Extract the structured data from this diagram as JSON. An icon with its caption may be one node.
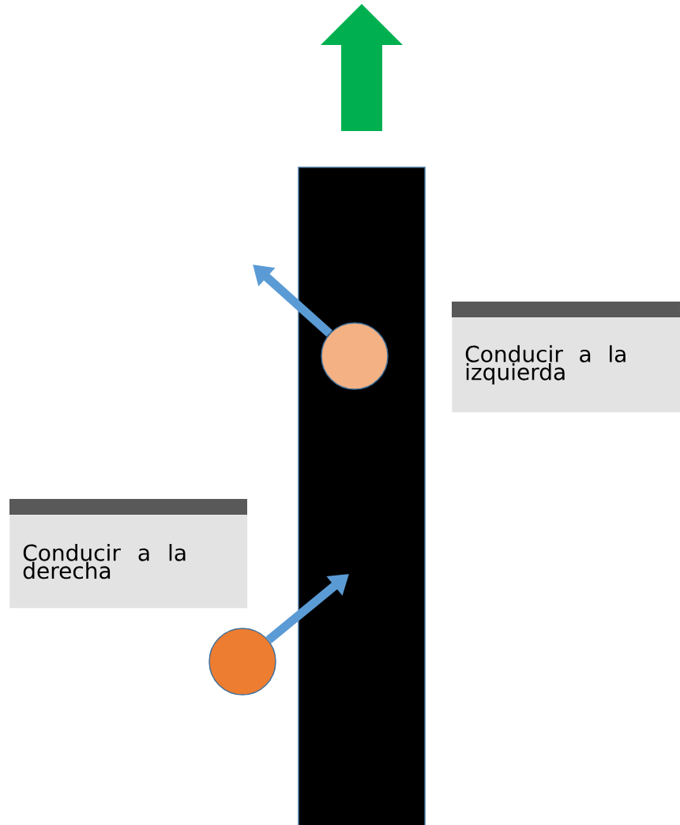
{
  "diagram": {
    "nodes": [
      {
        "text": [
          "Conducir a la izquierda"
        ]
      },
      {
        "text": [],
        "shape": "circle"
      },
      {
        "text": [
          "Conducir a la derecha"
        ]
      },
      {
        "text": [],
        "shape": "circle"
      }
    ],
    "edges": [
      {
        "from": 1,
        "to": null,
        "arrow": "to"
      },
      {
        "from": 3,
        "to": null,
        "arrow": "to"
      }
    ]
  }
}
